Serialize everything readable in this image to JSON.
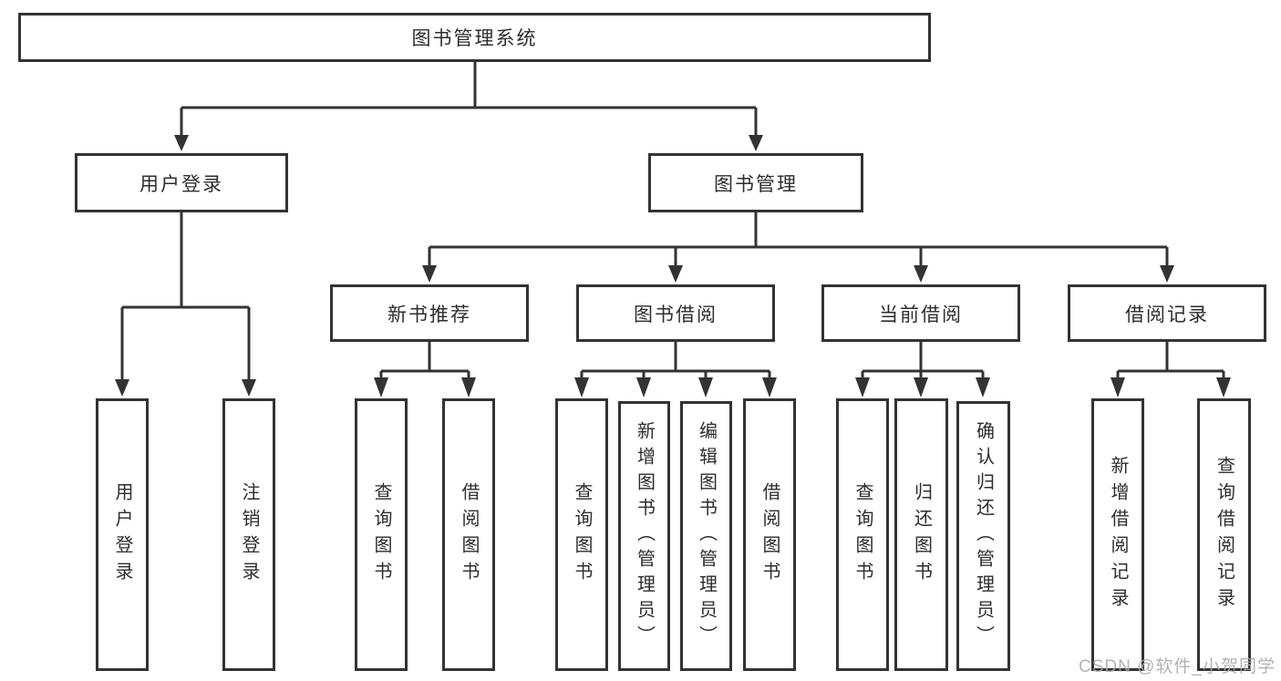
{
  "diagram": {
    "title": "图书管理系统",
    "type": "hierarchy-tree",
    "colors": {
      "line": "#333333",
      "box_border": "#333333",
      "text": "#2d2d2d",
      "background": "#ffffff",
      "watermark": "#aaaaaa"
    },
    "watermark": "CSDN @软件_小贺同学"
  },
  "tree": {
    "root": {
      "label": "图书管理系统",
      "children": [
        {
          "label": "用户登录",
          "children": [
            {
              "label": "用户登录"
            },
            {
              "label": "注销登录"
            }
          ]
        },
        {
          "label": "图书管理",
          "children": [
            {
              "label": "新书推荐",
              "children": [
                {
                  "label": "查询图书"
                },
                {
                  "label": "借阅图书"
                }
              ]
            },
            {
              "label": "图书借阅",
              "children": [
                {
                  "label": "查询图书"
                },
                {
                  "label": "新增图书（管理员）"
                },
                {
                  "label": "编辑图书（管理员）"
                },
                {
                  "label": "借阅图书"
                }
              ]
            },
            {
              "label": "当前借阅",
              "children": [
                {
                  "label": "查询图书"
                },
                {
                  "label": "归还图书"
                },
                {
                  "label": "确认归还（管理员）"
                }
              ]
            },
            {
              "label": "借阅记录",
              "children": [
                {
                  "label": "新增借阅记录"
                },
                {
                  "label": "查询借阅记录"
                }
              ]
            }
          ]
        }
      ]
    }
  }
}
